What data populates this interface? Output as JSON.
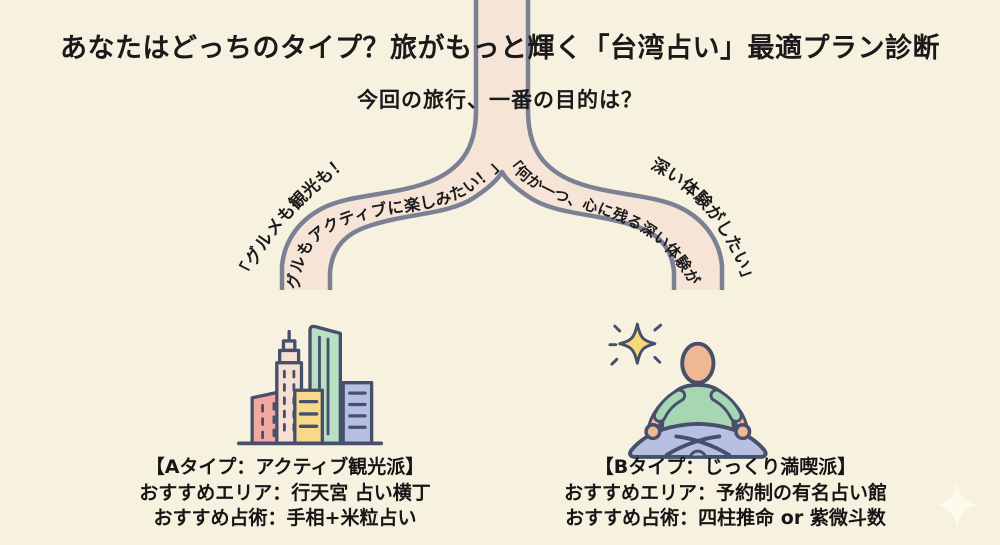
{
  "title": "あなたはどっちのタイプ？旅がもっと輝く「台湾占い」最適プラン診断",
  "question": "今回の旅行、一番の目的は？",
  "branches": {
    "left": {
      "outer_label": "「グルメも観光も！",
      "inner_label": "グルもアクティブに楽しみたい！」"
    },
    "right": {
      "inner_label": "「何か一つ、心に残る深い体験が",
      "outer_label": "深い体験がしたい」"
    }
  },
  "results": {
    "a": {
      "icon": "city-buildings-icon",
      "title": "【Aタイプ：アクティブ観光派】",
      "area": "おすすめエリア：行天宮 占い横丁",
      "method": "おすすめ占術：手相+米粒占い"
    },
    "b": {
      "icon": "meditating-person-icon",
      "sparkle_icon": "sparkle-icon",
      "title": "【Bタイプ：じっくり満喫派】",
      "area": "おすすめエリア：予約制の有名占い館",
      "method": "おすすめ占術：四柱推命 or 紫微斗数"
    }
  },
  "decorations": {
    "watermark": "watermark-sparkle-icon"
  },
  "colors": {
    "background": "#f7f2df",
    "path_fill": "#f6e5d7",
    "path_stroke": "#7c8095",
    "text": "#1a1a1a",
    "icon_outline": "#46506b",
    "building_pink": "#f1a9a1",
    "building_cream": "#f6e0d3",
    "building_yellow": "#f8d98b",
    "building_green": "#b9e0c3",
    "building_blue": "#b6bfe3",
    "person_skin": "#f0b795",
    "person_shirt": "#a7d7b2",
    "person_pants": "#b7c0e1",
    "sparkle_yellow": "#f6d87b",
    "watermark_white": "#fffdf0"
  }
}
